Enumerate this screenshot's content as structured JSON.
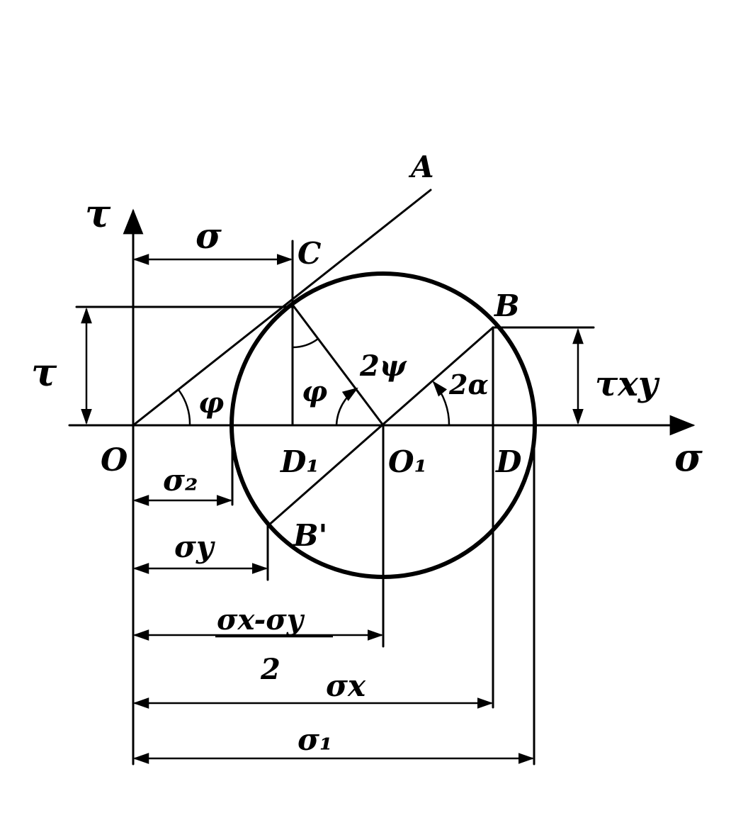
{
  "diagram": {
    "labels": {
      "tau_axis": "τ",
      "sigma_axis": "σ",
      "origin": "O",
      "point_A": "A",
      "point_C": "C",
      "point_B": "B",
      "point_B_prime": "B'",
      "point_D": "D",
      "point_D1": "D₁",
      "point_O1": "O₁",
      "dim_sigma": "σ",
      "dim_tau": "τ",
      "dim_tau_xy": "τxy",
      "dim_sigma2": "σ₂",
      "dim_sigma_y": "σy",
      "dim_half_diff_num": "σx-σy",
      "dim_half_diff_den": "2",
      "dim_sigma_x": "σx",
      "dim_sigma1": "σ₁",
      "angle_phi_origin": "φ",
      "angle_phi_C": "φ",
      "angle_2psi": "2ψ",
      "angle_2alpha": "2α"
    }
  }
}
